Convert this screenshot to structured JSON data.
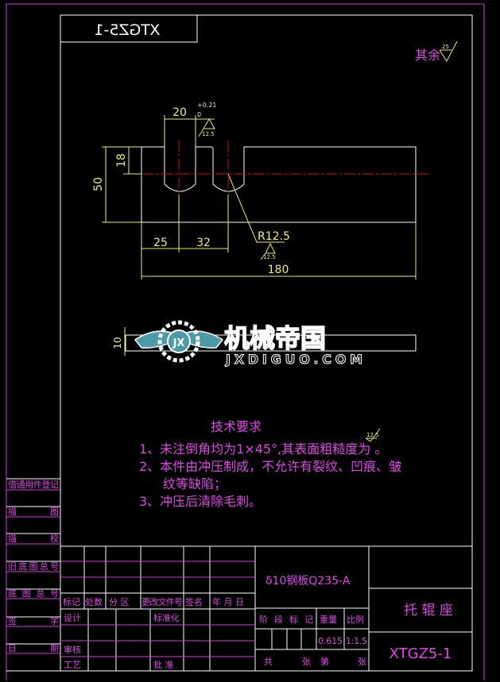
{
  "colors": {
    "background": "#000000",
    "frame": "#ffffff",
    "text": "#e046e8",
    "dimension": "#f0f070",
    "centerline": "#c81818"
  },
  "drawing_code_mirrored": "XTGZ5-1",
  "surface_note": {
    "label": "其余",
    "roughness": "25"
  },
  "front_view": {
    "dims": {
      "slot_width": "20",
      "tol_upper": "+0.21",
      "tol_lower": "0",
      "roughness_slot": "12.5",
      "height": "50",
      "slot_depth": "18",
      "offset1": "25",
      "offset2": "32",
      "length": "180",
      "radius": "R12.5",
      "roughness_radius": "12.5"
    }
  },
  "side_view": {
    "thickness": "10"
  },
  "watermark": {
    "cn": "机械帝国",
    "en": "JXDIGUO.COM",
    "badge": "JX"
  },
  "tech_requirements": {
    "title": "技术要求",
    "lines": [
      "1、未注倒角均为1×45°,其表面粗糙度为   。",
      "2、本件由冲压制成，不允许有裂纹、凹痕、皱",
      "纹等缺陷；",
      "3、冲压后清除毛刺。"
    ],
    "roughness": "12.5"
  },
  "left_strip": [
    "借通用件登记",
    "描　　图",
    "描　　校",
    "旧底图总号",
    "底 图 总 号",
    "签　　字",
    "日　　期"
  ],
  "title_block": {
    "revision_header": [
      "标记",
      "处数",
      "分  区",
      "更改文件号",
      "签名",
      "年 月 日"
    ],
    "design": "设计",
    "standardize": "标准化",
    "review": "审核",
    "process": "工艺",
    "approve": "批 准",
    "material": "δ10钢板Q235-A",
    "stage_mark": "阶 段 标 记",
    "weight_label": "重量",
    "scale_label": "比例",
    "weight": "0.615",
    "scale": "1:1.5",
    "sheets_total": "共",
    "sheets_unit": "张",
    "sheet_no": "第",
    "sheet_unit2": "张",
    "part_name": "托 辊 座",
    "drawing_no": "XTGZ5-1"
  }
}
